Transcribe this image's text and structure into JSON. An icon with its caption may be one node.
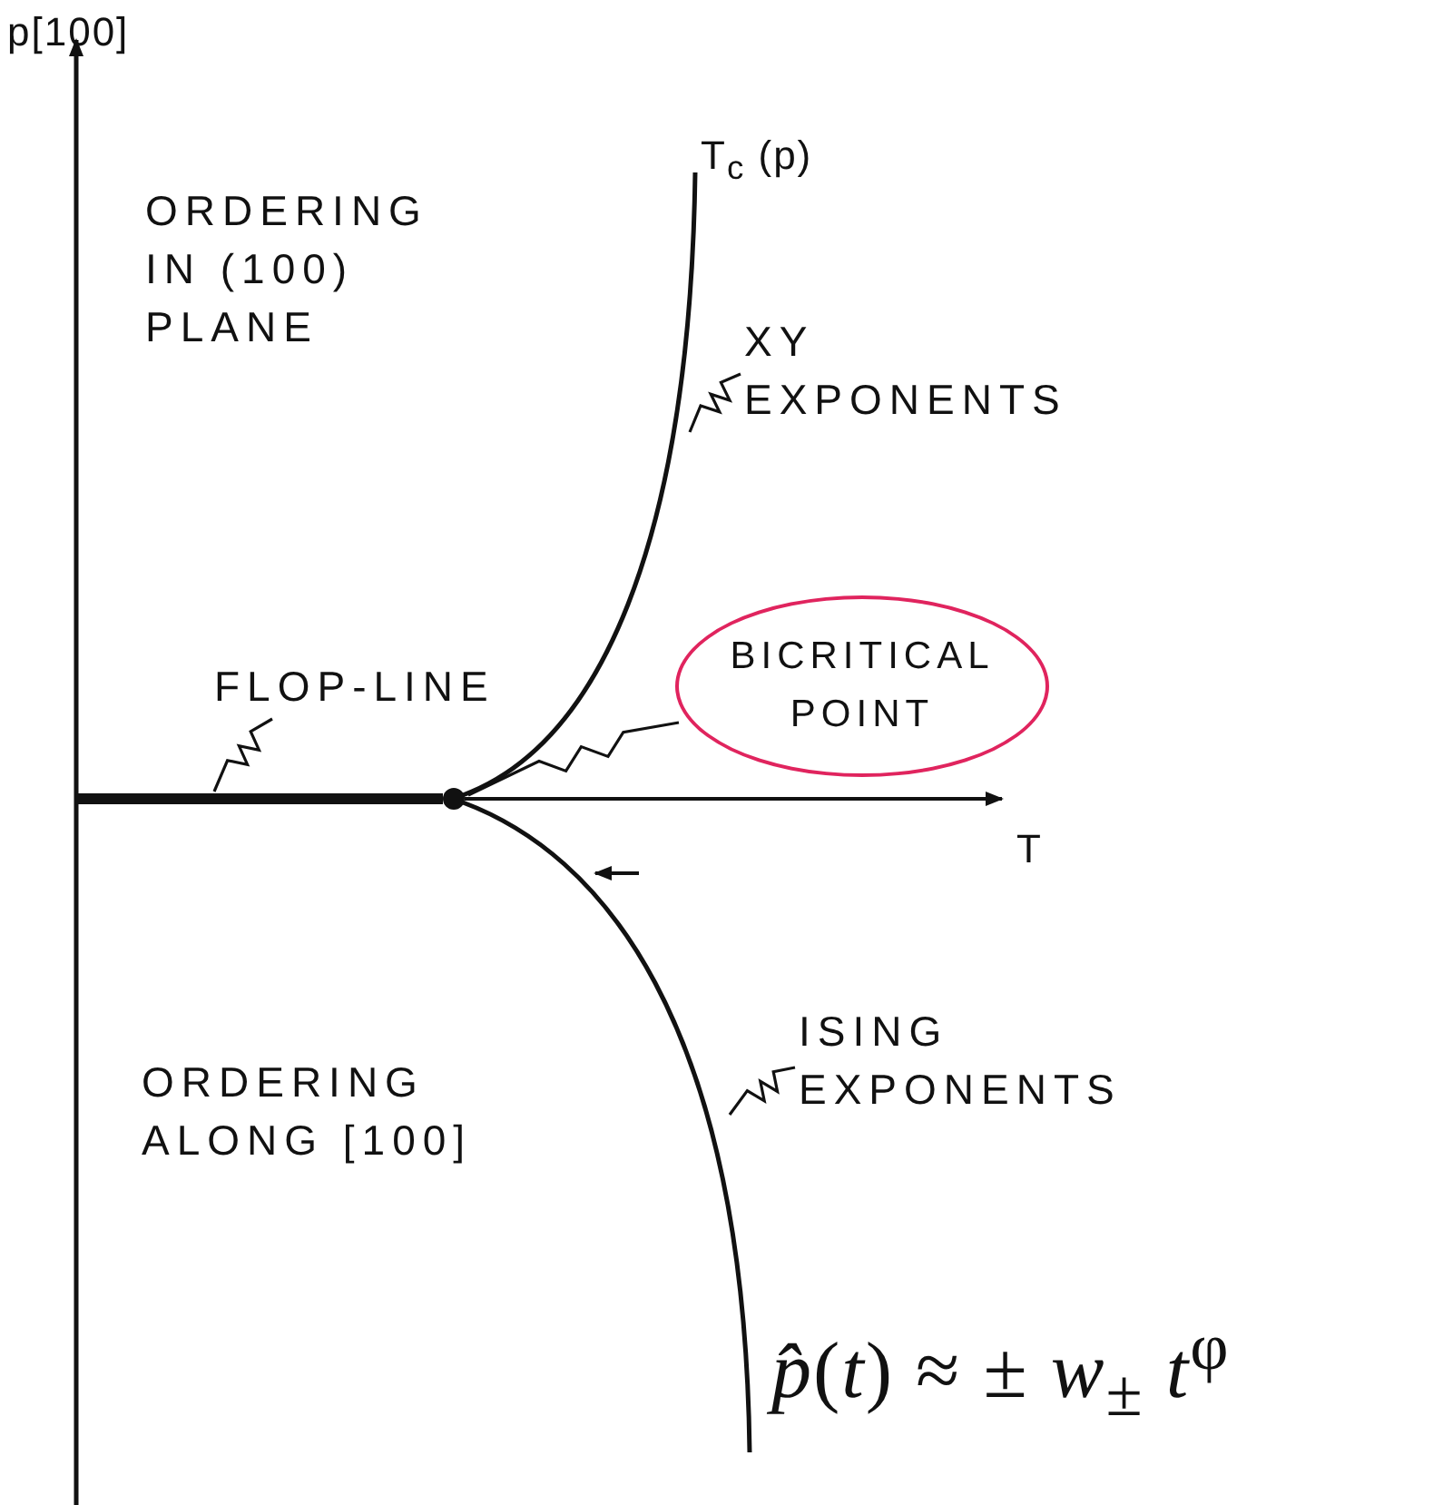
{
  "diagram": {
    "nodes": [
      {
        "text": [
          "XY EXPONENTS"
        ]
      },
      {
        "text": [
          "FLOP-LINE"
        ]
      },
      {
        "text": [
          "BICRITICAL POINT"
        ]
      },
      {
        "text": [],
        "shape": "circle"
      },
      {
        "text": [
          "ISING EXPONENTS"
        ]
      },
      {
        "text": [],
        "shape": "curve"
      },
      {
        "text": [],
        "shape": "line"
      },
      {
        "text": [],
        "shape": "curve"
      }
    ],
    "edges": [
      {
        "from": 0,
        "to": 5,
        "arrow": "none"
      },
      {
        "from": 1,
        "to": 6,
        "arrow": "none"
      },
      {
        "from": 2,
        "to": 3,
        "arrow": "none"
      },
      {
        "from": 4,
        "to": 7,
        "arrow": "none"
      }
    ],
    "labels": [
      "p[100]",
      "T$_{c}$ (p)",
      "ORDERING IN (100) PLANE",
      "T",
      "ORDERING ALONG [100]",
      "*p̂*(*t*) ≈ ± *w*$_{±}$ *t*$^{φ}$"
    ]
  }
}
